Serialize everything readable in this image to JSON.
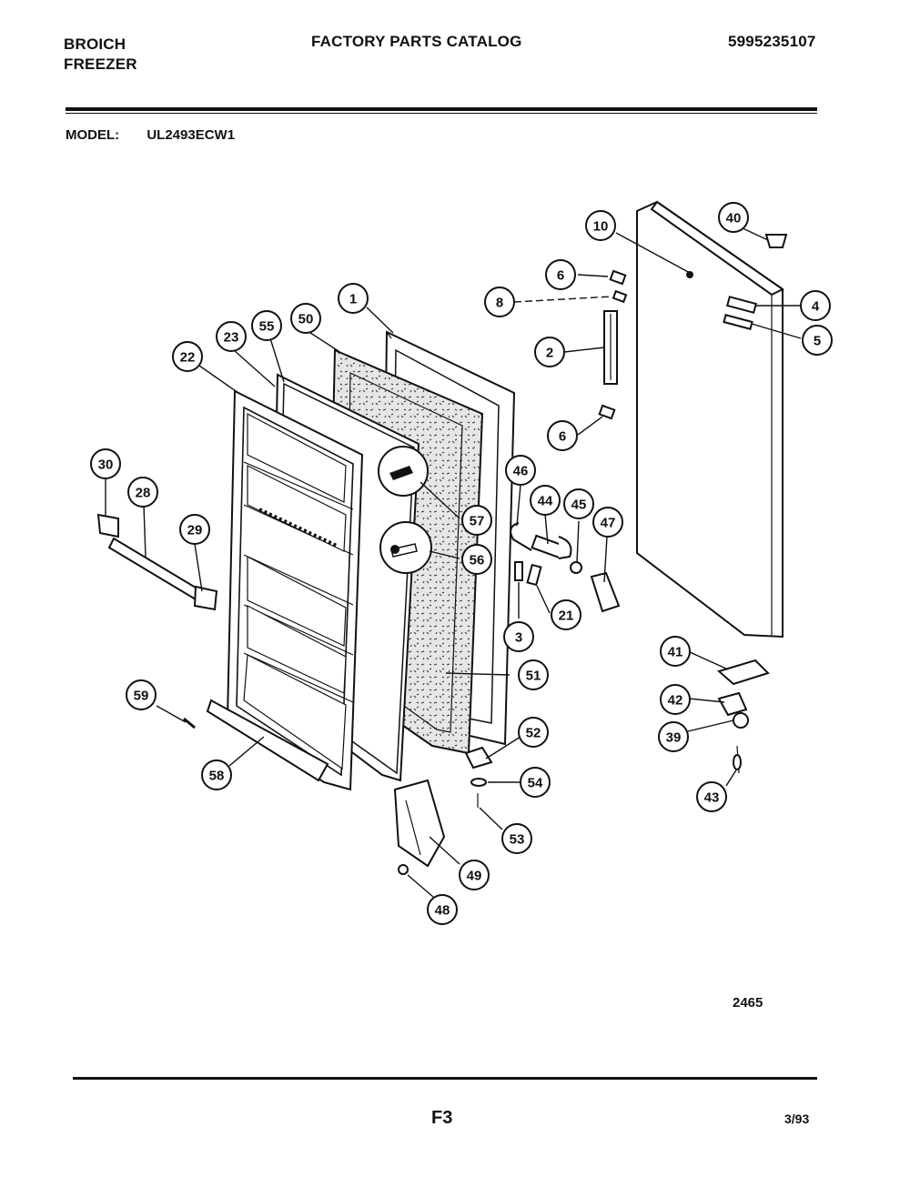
{
  "header": {
    "brand_line1": "BROICH",
    "brand_line2": "FREEZER",
    "catalog_title": "FACTORY PARTS CATALOG",
    "part_number": "5995235107"
  },
  "model": {
    "label": "MODEL:",
    "value": "UL2493ECW1"
  },
  "figure_number": "2465",
  "footer": {
    "page_id": "F3",
    "date": "3/93"
  },
  "callouts": [
    "1",
    "2",
    "3",
    "4",
    "5",
    "6",
    "6",
    "8",
    "10",
    "21",
    "22",
    "23",
    "28",
    "29",
    "30",
    "39",
    "40",
    "41",
    "42",
    "43",
    "44",
    "45",
    "46",
    "47",
    "48",
    "49",
    "50",
    "51",
    "52",
    "53",
    "54",
    "55",
    "56",
    "57",
    "58",
    "59"
  ]
}
